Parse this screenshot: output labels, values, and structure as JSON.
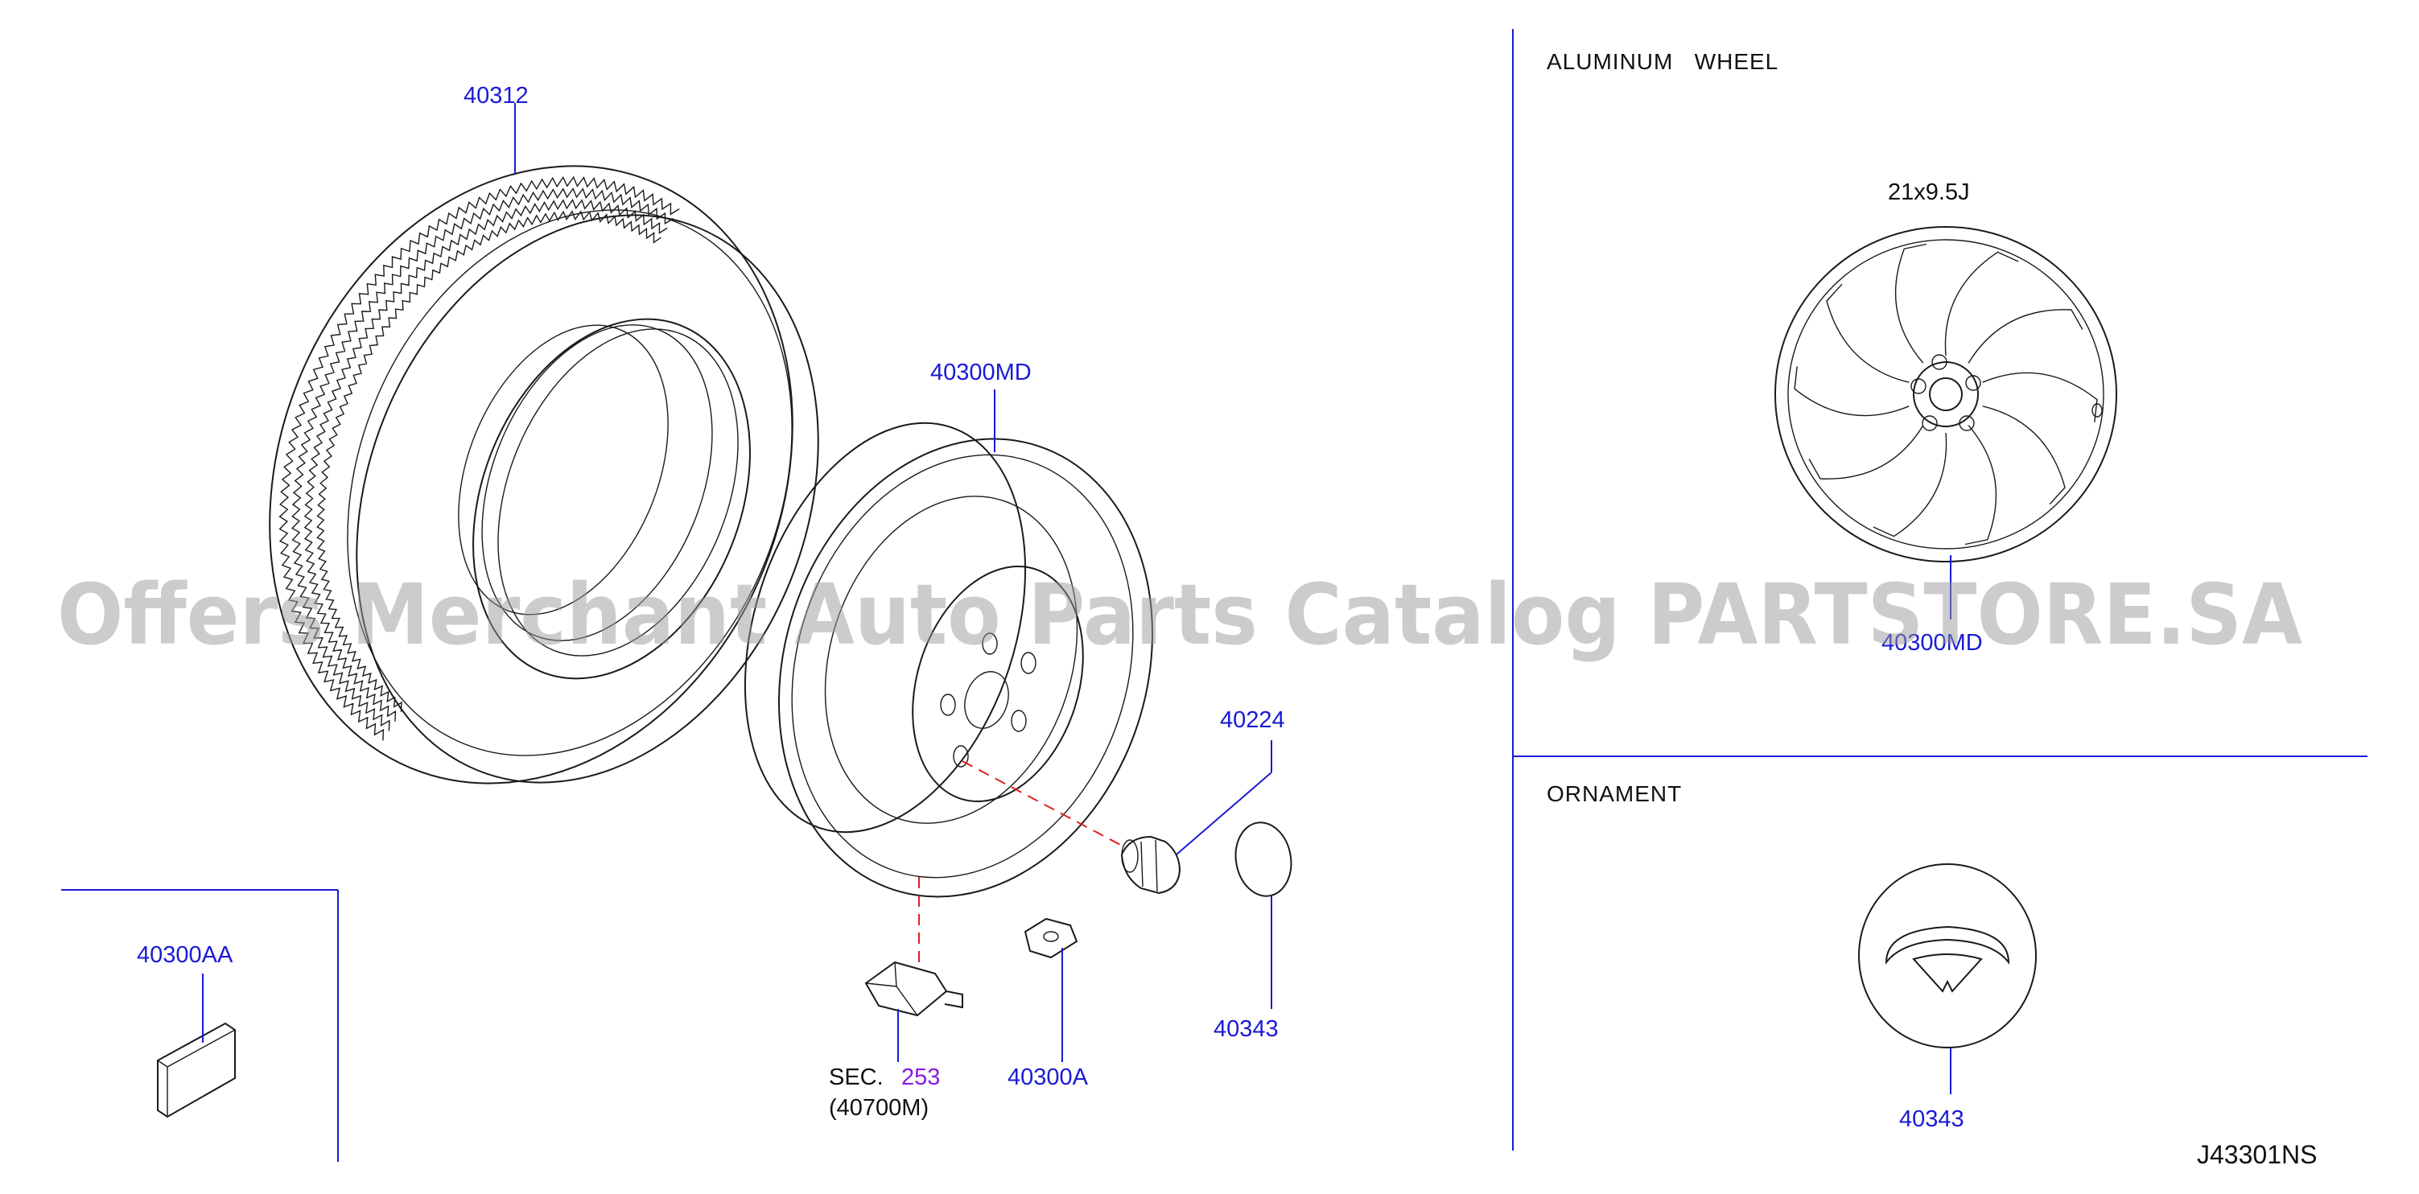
{
  "diagram": {
    "code": "J43301NS",
    "watermark": "Offers Merchant Auto Parts Catalog PARTSTORE.SA",
    "colors": {
      "part_number": "#1a1ad6",
      "section_ref": "#8a1ae0",
      "centerline": "#e02020",
      "frame": "#1a1ad6"
    },
    "main": {
      "tire": "40312",
      "steel_wheel": "40300MD",
      "wheel_nut": "40224",
      "center_cap": "40343",
      "valve_part": "40300A",
      "sensor_sec_label": "SEC.",
      "sensor_sec_number": "253",
      "sensor_part": "(40700M)"
    },
    "label_box": {
      "part": "40300AA"
    },
    "aluminum_wheel": {
      "title": "ALUMINUM   WHEEL",
      "size": "21x9.5J",
      "part": "40300MD"
    },
    "ornament": {
      "title": "ORNAMENT",
      "part": "40343"
    }
  }
}
